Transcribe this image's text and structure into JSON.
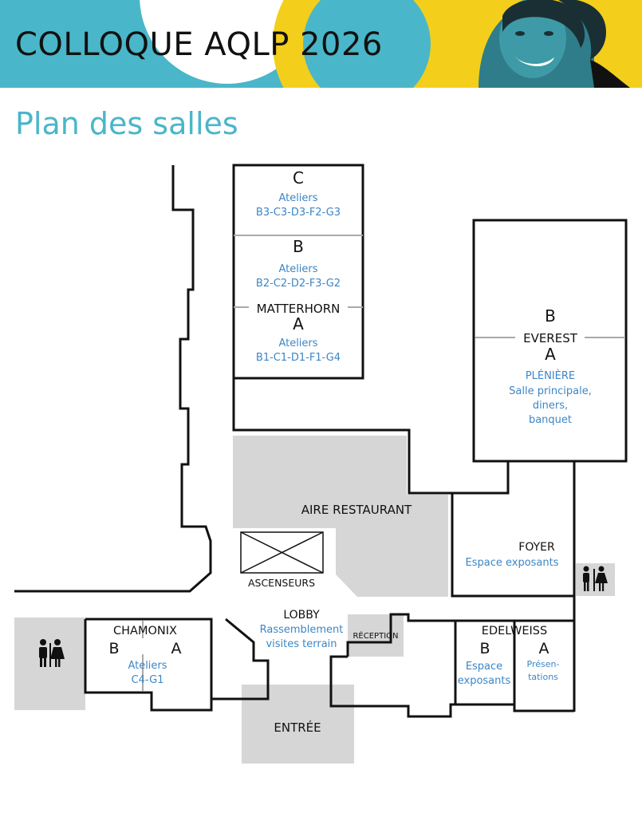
{
  "banner": {
    "title": "COLLOQUE AQLP 2026",
    "colors": {
      "teal": "#4ab6c9",
      "yellow": "#f3cf1c",
      "text": "#111111"
    }
  },
  "plan_title": "Plan des salles",
  "colors": {
    "accent_text": "#3d86c6",
    "title": "#4ab6c9",
    "gray_area": "#d6d6d6",
    "walls": "#111111"
  },
  "rooms": {
    "matterhorn": {
      "name": "MATTERHORN",
      "c": {
        "letter": "C",
        "type": "Ateliers",
        "codes": "B3-C3-D3-F2-G3"
      },
      "b": {
        "letter": "B",
        "type": "Ateliers",
        "codes": "B2-C2-D2-F3-G2"
      },
      "a": {
        "letter": "A",
        "type": "Ateliers",
        "codes": "B1-C1-D1-F1-G4"
      }
    },
    "everest": {
      "name": "EVEREST",
      "b_letter": "B",
      "a_letter": "A",
      "line1": "PLÉNIÈRE",
      "line2": "Salle principale,",
      "line3": "diners,",
      "line4": "banquet"
    },
    "restaurant": "AIRE RESTAURANT",
    "elevators": "ASCENSEURS",
    "foyer": {
      "name": "FOYER",
      "sub": "Espace exposants"
    },
    "lobby": {
      "name": "LOBBY",
      "sub1": "Rassemblement",
      "sub2": "visites terrain"
    },
    "reception": "RÉCEPTION",
    "chamonix": {
      "name": "CHAMONIX",
      "b": "B",
      "a": "A",
      "type": "Ateliers",
      "codes": "C4-G1"
    },
    "edelweiss": {
      "name": "EDELWEISS",
      "b": "B",
      "a": "A",
      "b_sub1": "Espace",
      "b_sub2": "exposants",
      "a_sub1": "Présen-",
      "a_sub2": "tations"
    },
    "entree": "ENTRÉE"
  },
  "icons": [
    "restroom-icon",
    "restroom-icon"
  ]
}
